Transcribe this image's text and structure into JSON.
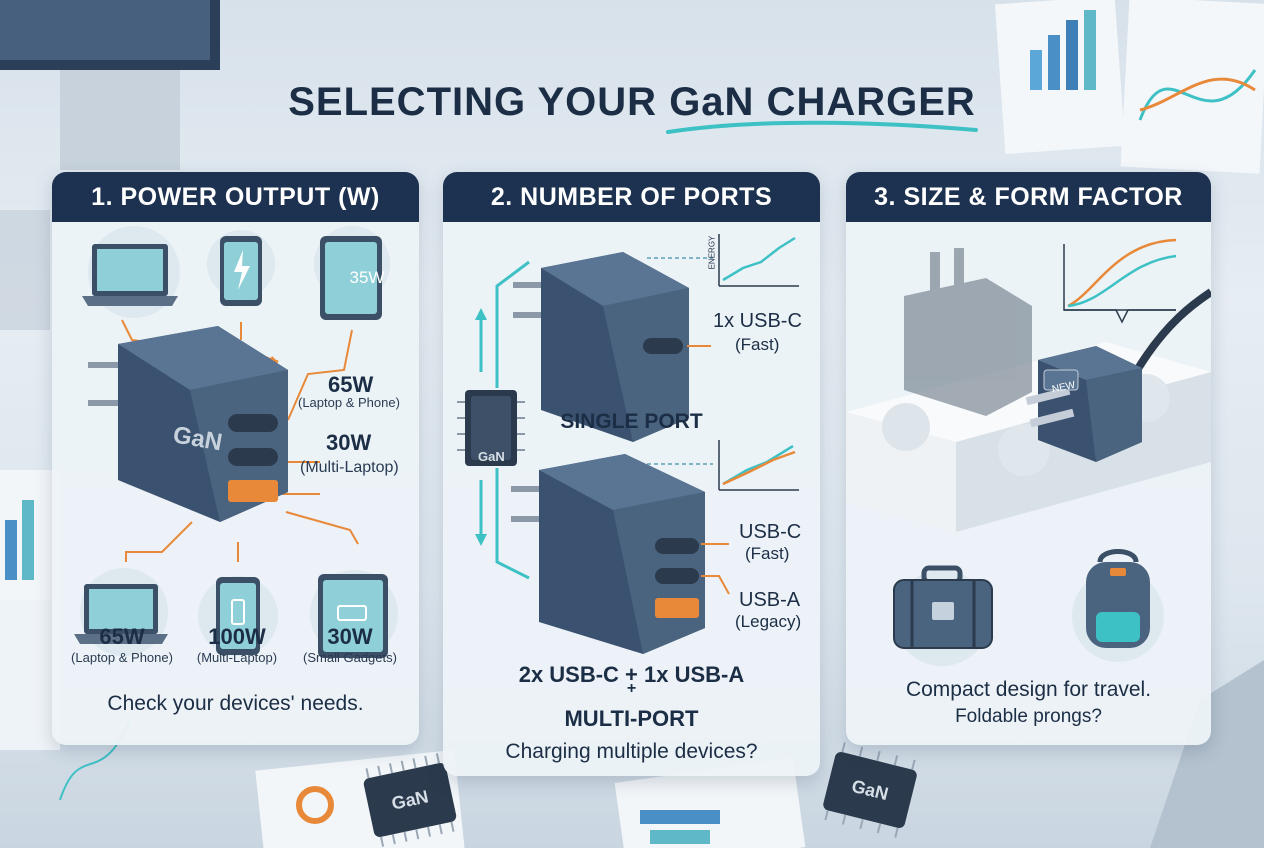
{
  "title": {
    "prefix": "SELECTING YOUR ",
    "highlight": "GaN",
    "suffix": " CHARGER"
  },
  "colors": {
    "navy": "#1d3250",
    "orange": "#e8893a",
    "teal": "#3ec1c5",
    "charger": "#4a6480"
  },
  "panel1": {
    "heading": "1. POWER OUTPUT (W)",
    "tablet_label": "35W",
    "charger_logo": "GaN",
    "port1_watt": "65W",
    "port1_desc": "(Laptop & Phone)",
    "port2_watt": "30W",
    "port2_desc": "(Multi-Laptop)",
    "devices": [
      {
        "watt": "65W",
        "desc": "(Laptop & Phone)",
        "icon": "laptop-icon"
      },
      {
        "watt": "100W",
        "desc": "(Multi-Laptop)",
        "icon": "phone-battery-icon"
      },
      {
        "watt": "30W",
        "desc": "(Small Gadgets)",
        "icon": "tablet-battery-icon"
      }
    ],
    "footer": "Check your devices' needs."
  },
  "panel2": {
    "heading": "2. NUMBER OF PORTS",
    "chip_label": "GaN",
    "chart_label": "ENERGY",
    "single_port_desc": "1x USB-C",
    "single_port_sub": "(Fast)",
    "single_port_title": "SINGLE PORT",
    "multi_usbc": "USB-C",
    "multi_usbc_sub": "(Fast)",
    "multi_usba": "USB-A",
    "multi_usba_sub": "(Legacy)",
    "multi_line1": "2x USB-C + 1x USB-A",
    "multi_plus": "+",
    "multi_title": "MULTI-PORT",
    "footer": "Charging multiple devices?"
  },
  "panel3": {
    "heading": "3. SIZE & FORM FACTOR",
    "badge": "NEW",
    "footer1": "Compact design for travel.",
    "footer2": "Foldable prongs?",
    "icons": [
      "suitcase-icon",
      "backpack-icon"
    ]
  },
  "background": {
    "chip1": "GaN",
    "chip2": "GaN"
  }
}
